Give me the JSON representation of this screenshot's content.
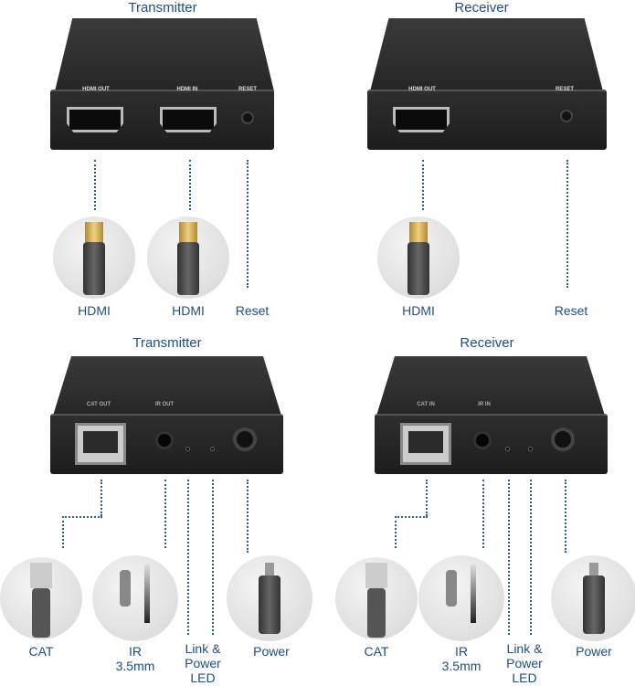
{
  "top_transmitter": {
    "title": "Transmitter",
    "ports": [
      "HDMI OUT",
      "HDMI IN",
      "RESET"
    ],
    "labels": [
      "HDMI",
      "HDMI",
      "Reset"
    ]
  },
  "top_receiver": {
    "title": "Receiver",
    "ports": [
      "HDMI OUT",
      "RESET"
    ],
    "labels": [
      "HDMI",
      "Reset"
    ]
  },
  "bottom_transmitter": {
    "title": "Transmitter",
    "ports": [
      "CAT OUT",
      "IR OUT"
    ],
    "labels": {
      "cat": "CAT",
      "ir": "IR",
      "ir_size": "3.5mm",
      "led1": "Link &",
      "led2": "Power",
      "led3": "LED",
      "power": "Power"
    }
  },
  "bottom_receiver": {
    "title": "Receiver",
    "ports": [
      "CAT IN",
      "IR IN"
    ],
    "labels": {
      "cat": "CAT",
      "ir": "IR",
      "ir_size": "3.5mm",
      "led1": "Link &",
      "led2": "Power",
      "led3": "LED",
      "power": "Power"
    }
  },
  "colors": {
    "label": "#1d4f86",
    "device": "#262626"
  }
}
